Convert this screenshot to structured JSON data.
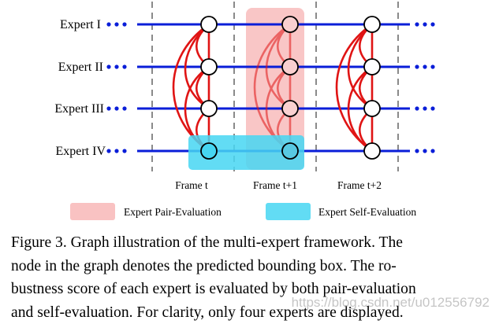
{
  "figure": {
    "experts": [
      "Expert I",
      "Expert II",
      "Expert III",
      "Expert IV"
    ],
    "frames": [
      "Frame t",
      "Frame t+1",
      "Frame t+2"
    ],
    "legend": {
      "pair_label": "Expert Pair-Evaluation",
      "self_label": "Expert Self-Evaluation"
    },
    "colors": {
      "line": "#0a1ed8",
      "dots": "#0a1ed8",
      "curve": "#e01414",
      "pair": "#f7b3b3",
      "self": "#46d6f2",
      "divider": "#8a8a8a"
    }
  },
  "caption": {
    "lines": [
      "Figure 3. Graph illustration of the multi-expert framework.  The",
      "node in the graph denotes the predicted bounding box.  The ro-",
      "bustness score of each expert is evaluated by both pair-evaluation",
      "and self-evaluation. For clarity, only four experts are displayed."
    ]
  },
  "watermark": "https://blog.csdn.net/u012556792"
}
